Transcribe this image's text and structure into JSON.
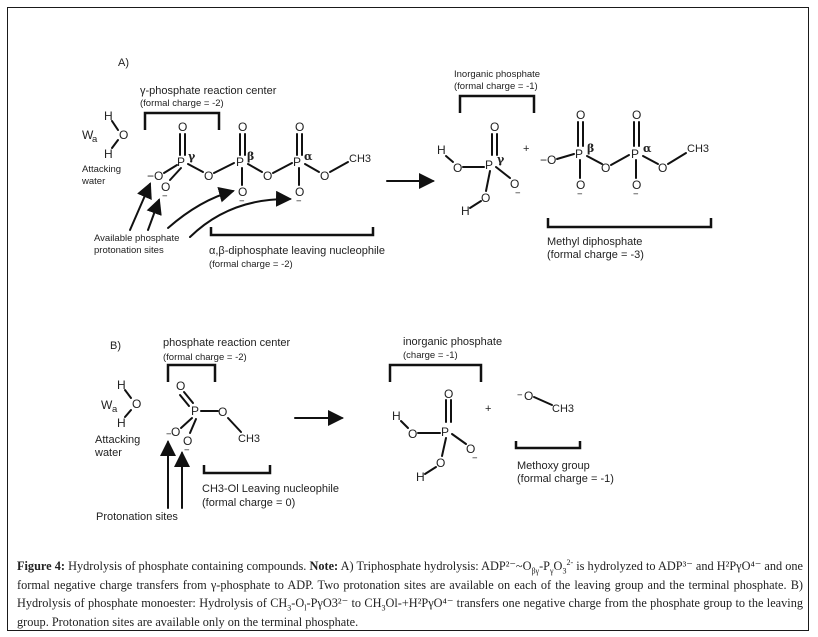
{
  "panelA": {
    "label": "A)",
    "reaction_center_title": "γ-phosphate reaction center",
    "reaction_center_charge": "(formal charge = -2)",
    "water_label": "W",
    "water_sub": "a",
    "attacking_water_line1": "Attacking",
    "attacking_water_line2": "water",
    "protonation_line1": "Available phosphate",
    "protonation_line2": "protonation sites",
    "leaving_title": "α,β-diphosphate leaving nucleophile",
    "leaving_charge": "(formal charge = -2)",
    "inorganic_title": "Inorganic phosphate",
    "inorganic_charge": "(formal charge = -1)",
    "methyl_title": "Methyl diphosphate",
    "methyl_charge": "(formal charge = -3)",
    "greek": {
      "gamma": "γ",
      "beta": "β",
      "alpha": "α"
    },
    "plus": "+"
  },
  "panelB": {
    "label": "B)",
    "reaction_center_title": "phosphate reaction center",
    "reaction_center_charge": "(formal charge = -2)",
    "water_label": "W",
    "water_sub": "a",
    "attacking_water_line1": "Attacking",
    "attacking_water_line2": "water",
    "leaving_title": "CH3-Ol Leaving nucleophile",
    "leaving_charge": "(formal charge = 0)",
    "protonation_label": "Protonation sites",
    "inorganic_title": "inorganic phosphate",
    "inorganic_charge": "(charge = -1)",
    "methoxy_title": "Methoxy group",
    "methoxy_charge": "(formal charge = -1)",
    "plus": "+"
  },
  "atoms": {
    "H": "H",
    "O": "O",
    "P": "P",
    "CH3": "CH3",
    "minus": "−"
  },
  "caption": {
    "figure_label": "Figure 4:",
    "title": " Hydrolysis of phosphate containing compounds. ",
    "note_label": "Note:",
    "text_a": " A) Triphosphate hydrolysis: ADP²⁻~O",
    "sub_beta_gamma": "βγ",
    "text_b": "-P",
    "sub_gamma": "γ",
    "text_c": "O",
    "sub_3": "3",
    "sup_2": "2-",
    "text_d": " is hydrolyzed to ADP³⁻ and H²PγO⁴⁻ and one formal negative charge transfers from γ-phosphate to ADP. Two protonation sites are available on each of the leaving group and the terminal phosphate. B) Hydrolysis of phosphate monoester: Hydrolysis of CH",
    "sub_3b": "3",
    "text_e": "-O",
    "sub_l": "l",
    "text_f": "-PγO3²⁻ to CH",
    "sub_3c": "3",
    "text_g": "Ol-+H²PγO⁴⁻ transfers one negative charge from the phosphate group to the leaving group. Protonation sites are available only on the terminal phosphate."
  }
}
